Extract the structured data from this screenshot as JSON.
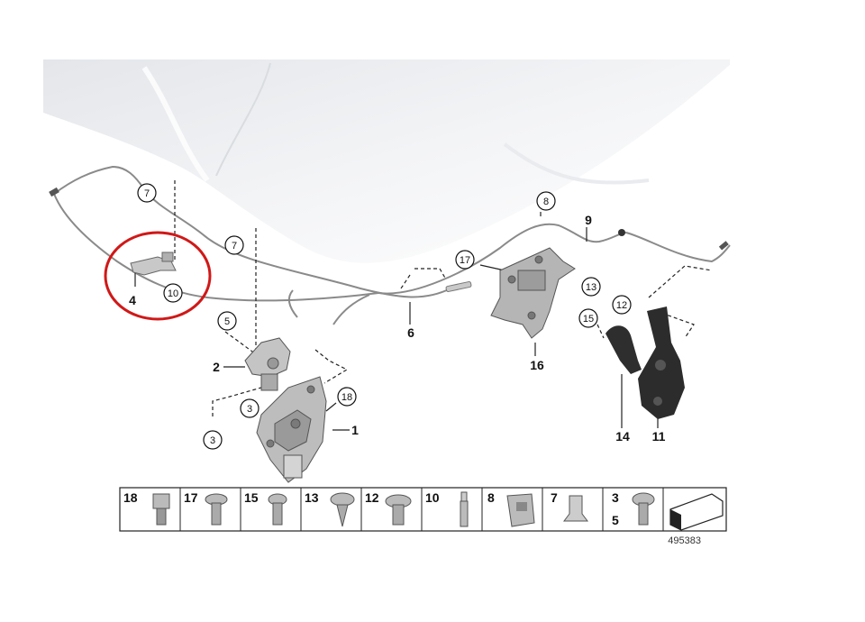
{
  "callouts": {
    "c7a": "7",
    "c7b": "7",
    "c5": "5",
    "c3a": "3",
    "c3b": "3",
    "c10": "10",
    "c8": "8",
    "c17": "17",
    "c13": "13",
    "c12": "12",
    "c15": "15",
    "c18": "18"
  },
  "labels": {
    "p4": "4",
    "p2": "2",
    "p1": "1",
    "p6": "6",
    "p9": "9",
    "p16": "16",
    "p14": "14",
    "p11": "11"
  },
  "parts_table": {
    "cells": [
      "18",
      "17",
      "15",
      "13",
      "12",
      "10",
      "8",
      "7",
      "3",
      "5"
    ]
  },
  "reference_number": "495383",
  "highlight_color": "#d01818"
}
